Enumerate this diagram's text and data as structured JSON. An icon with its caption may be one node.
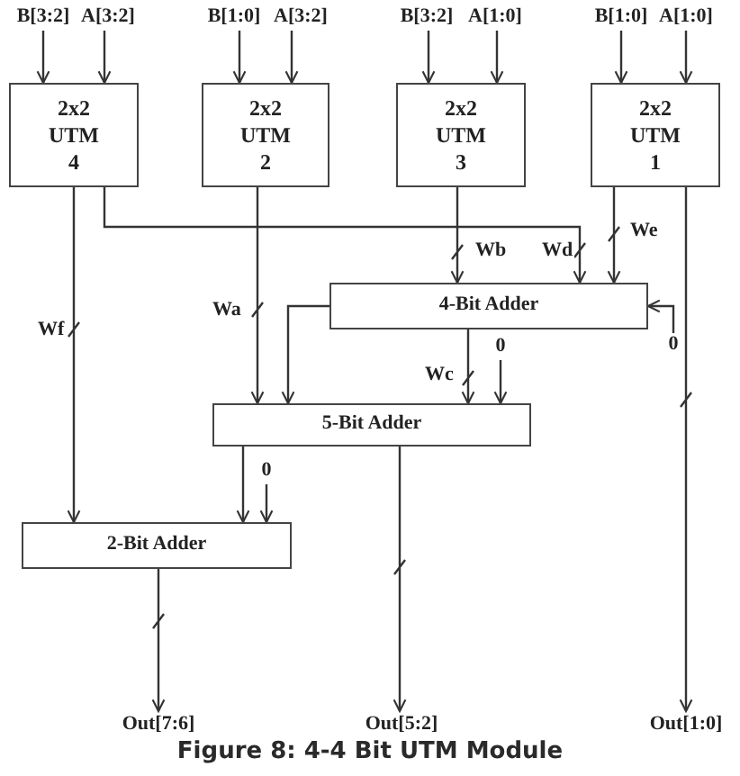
{
  "diagram": {
    "caption": "Figure 8: 4-4 Bit UTM Module",
    "nodes": [
      {
        "text": [
          "B[3:2]"
        ]
      },
      {
        "text": [
          "A[3:2]"
        ]
      },
      {
        "text": [
          "B[1:0]"
        ]
      },
      {
        "text": [
          "A[3:2]"
        ]
      },
      {
        "text": [
          "B[3:2]"
        ]
      },
      {
        "text": [
          "A[1:0]"
        ]
      },
      {
        "text": [
          "B[1:0]"
        ]
      },
      {
        "text": [
          "A[1:0]"
        ]
      },
      {
        "text": [
          "2x2 UTM 4"
        ]
      },
      {
        "text": [
          "2x2 UTM 2"
        ]
      },
      {
        "text": [
          "2x2 UTM 3"
        ]
      },
      {
        "text": [
          "2x2 UTM 1"
        ]
      },
      {
        "text": [
          "4-Bit Adder"
        ]
      },
      {
        "text": [
          "0"
        ]
      },
      {
        "text": [
          "0"
        ]
      },
      {
        "text": [
          "5-Bit Adder"
        ]
      },
      {
        "text": [
          "0"
        ]
      },
      {
        "text": [
          "2-Bit Adder"
        ]
      },
      {
        "text": [
          "Out[7:6]"
        ]
      },
      {
        "text": [
          "Out[5:2]"
        ]
      },
      {
        "text": [
          "Out[1:0]"
        ]
      }
    ],
    "edges": [
      {
        "from": 0,
        "to": 8,
        "arrow": "to"
      },
      {
        "from": 1,
        "to": 8,
        "arrow": "to"
      },
      {
        "from": 2,
        "to": 9,
        "arrow": "to"
      },
      {
        "from": 3,
        "to": 9,
        "arrow": "to"
      },
      {
        "from": 4,
        "to": 10,
        "arrow": "to"
      },
      {
        "from": 5,
        "to": 10,
        "arrow": "to"
      },
      {
        "from": 6,
        "to": 11,
        "arrow": "to"
      },
      {
        "from": 7,
        "to": 11,
        "arrow": "to"
      },
      {
        "from": 8,
        "to": 17,
        "arrow": "to",
        "label": "Wf"
      },
      {
        "from": 8,
        "to": 12,
        "arrow": "to",
        "label": "Wd"
      },
      {
        "from": 9,
        "to": 15,
        "arrow": "to",
        "label": "Wa"
      },
      {
        "from": 10,
        "to": 12,
        "arrow": "to",
        "label": "Wb"
      },
      {
        "from": 11,
        "to": 12,
        "arrow": "to",
        "label": "We"
      },
      {
        "from": 11,
        "to": 20,
        "arrow": "to"
      },
      {
        "from": 12,
        "to": 15,
        "arrow": "to"
      },
      {
        "from": 12,
        "to": 15,
        "arrow": "to",
        "label": "Wc"
      },
      {
        "from": 13,
        "to": 15,
        "arrow": "to"
      },
      {
        "from": 14,
        "to": 12,
        "arrow": "to"
      },
      {
        "from": 15,
        "to": 17,
        "arrow": "to"
      },
      {
        "from": 16,
        "to": 17,
        "arrow": "to"
      },
      {
        "from": 15,
        "to": 19,
        "arrow": "to"
      },
      {
        "from": 17,
        "to": 18,
        "arrow": "to"
      }
    ]
  }
}
